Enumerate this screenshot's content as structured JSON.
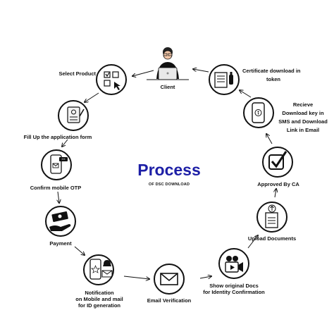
{
  "title": "Process",
  "subtitle": "OF DSC DOWNLOAD",
  "steps": {
    "client": "Client",
    "select_product": "Select Product",
    "fill_form": "Fill Up the application form",
    "confirm_otp": "Confirm mobile OTP",
    "payment": "Payment",
    "notification_1": "Notification",
    "notification_2": "on Mobile and mail",
    "notification_3": "for ID generation",
    "email_verification": "Email Verification",
    "show_docs_1": "Show original Docs",
    "show_docs_2": "for Identity Confirmation",
    "upload_docs": "Upload Documents",
    "approved": "Approved By CA",
    "receive_1": "Recieve",
    "receive_2": "Download key in",
    "receive_3": "SMS and Download",
    "receive_4": "Link in Email",
    "certificate_1": "Certificate download in",
    "certificate_2": "token"
  },
  "colors": {
    "title": "#1d1fa6",
    "stroke": "#111111"
  },
  "icons": [
    "person-laptop-icon",
    "checkbox-grid-icon",
    "form-icon",
    "phone-otp-icon",
    "money-hand-icon",
    "phone-bell-icon",
    "envelope-icon",
    "video-icon",
    "document-upload-icon",
    "checkmark-icon",
    "phone-key-icon",
    "certificate-token-icon"
  ]
}
